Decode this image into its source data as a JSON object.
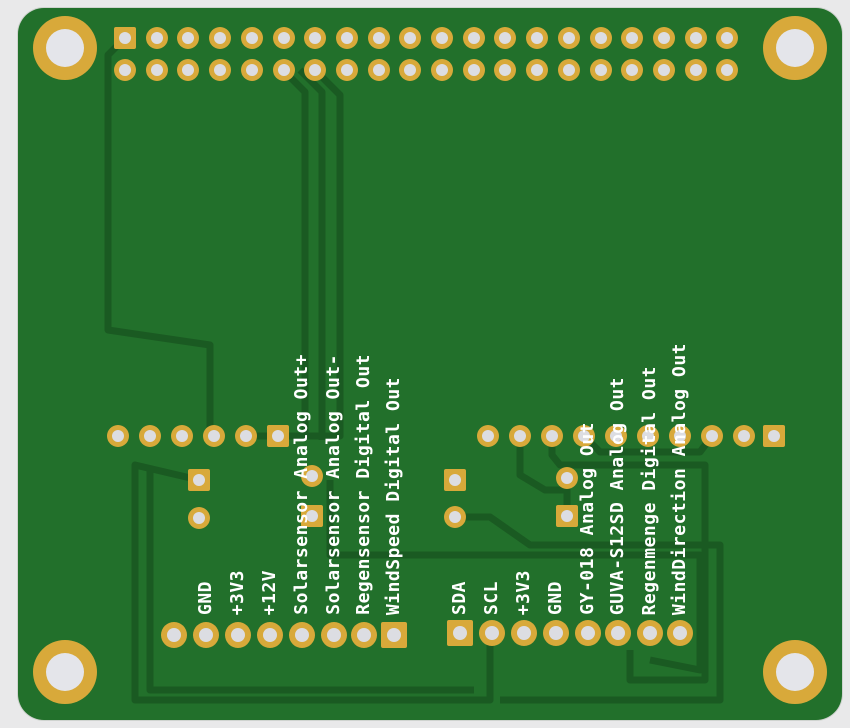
{
  "board": {
    "colors": {
      "soldermask": "#22702b",
      "pad": "#d8a93a",
      "silkscreen": "#ffffff"
    },
    "left_connector_labels": [
      "GND",
      "+3V3",
      "+12V",
      "Solarsensor Analog Out+",
      "Solarsensor Analog Out-",
      "Regensensor Digital Out",
      "WindSpeed Digital Out"
    ],
    "right_connector_labels": [
      "SDA",
      "SCL",
      "+3V3",
      "GND",
      "GY-018 Analog Out",
      "GUVA-S12SD Analog Out",
      "Regenmenge Digital Out",
      "WindDirection Analog Out"
    ]
  }
}
